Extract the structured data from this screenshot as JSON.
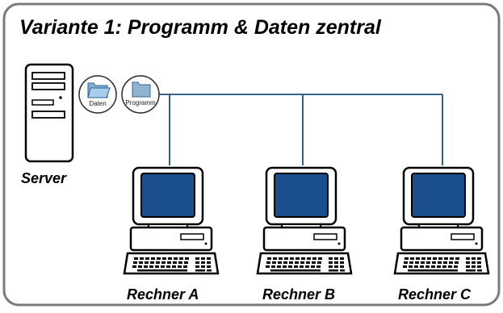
{
  "diagram": {
    "title": "Variante 1: Programm & Daten zentral",
    "server_label": "Server",
    "badges": {
      "daten": "Daten",
      "programm": "Programm"
    },
    "clients": [
      {
        "label": "Rechner A"
      },
      {
        "label": "Rechner B"
      },
      {
        "label": "Rechner C"
      }
    ],
    "colors": {
      "screen": "#1a4e8c",
      "network_line": "#1f4f7a",
      "border": "#7a7a7a"
    }
  }
}
